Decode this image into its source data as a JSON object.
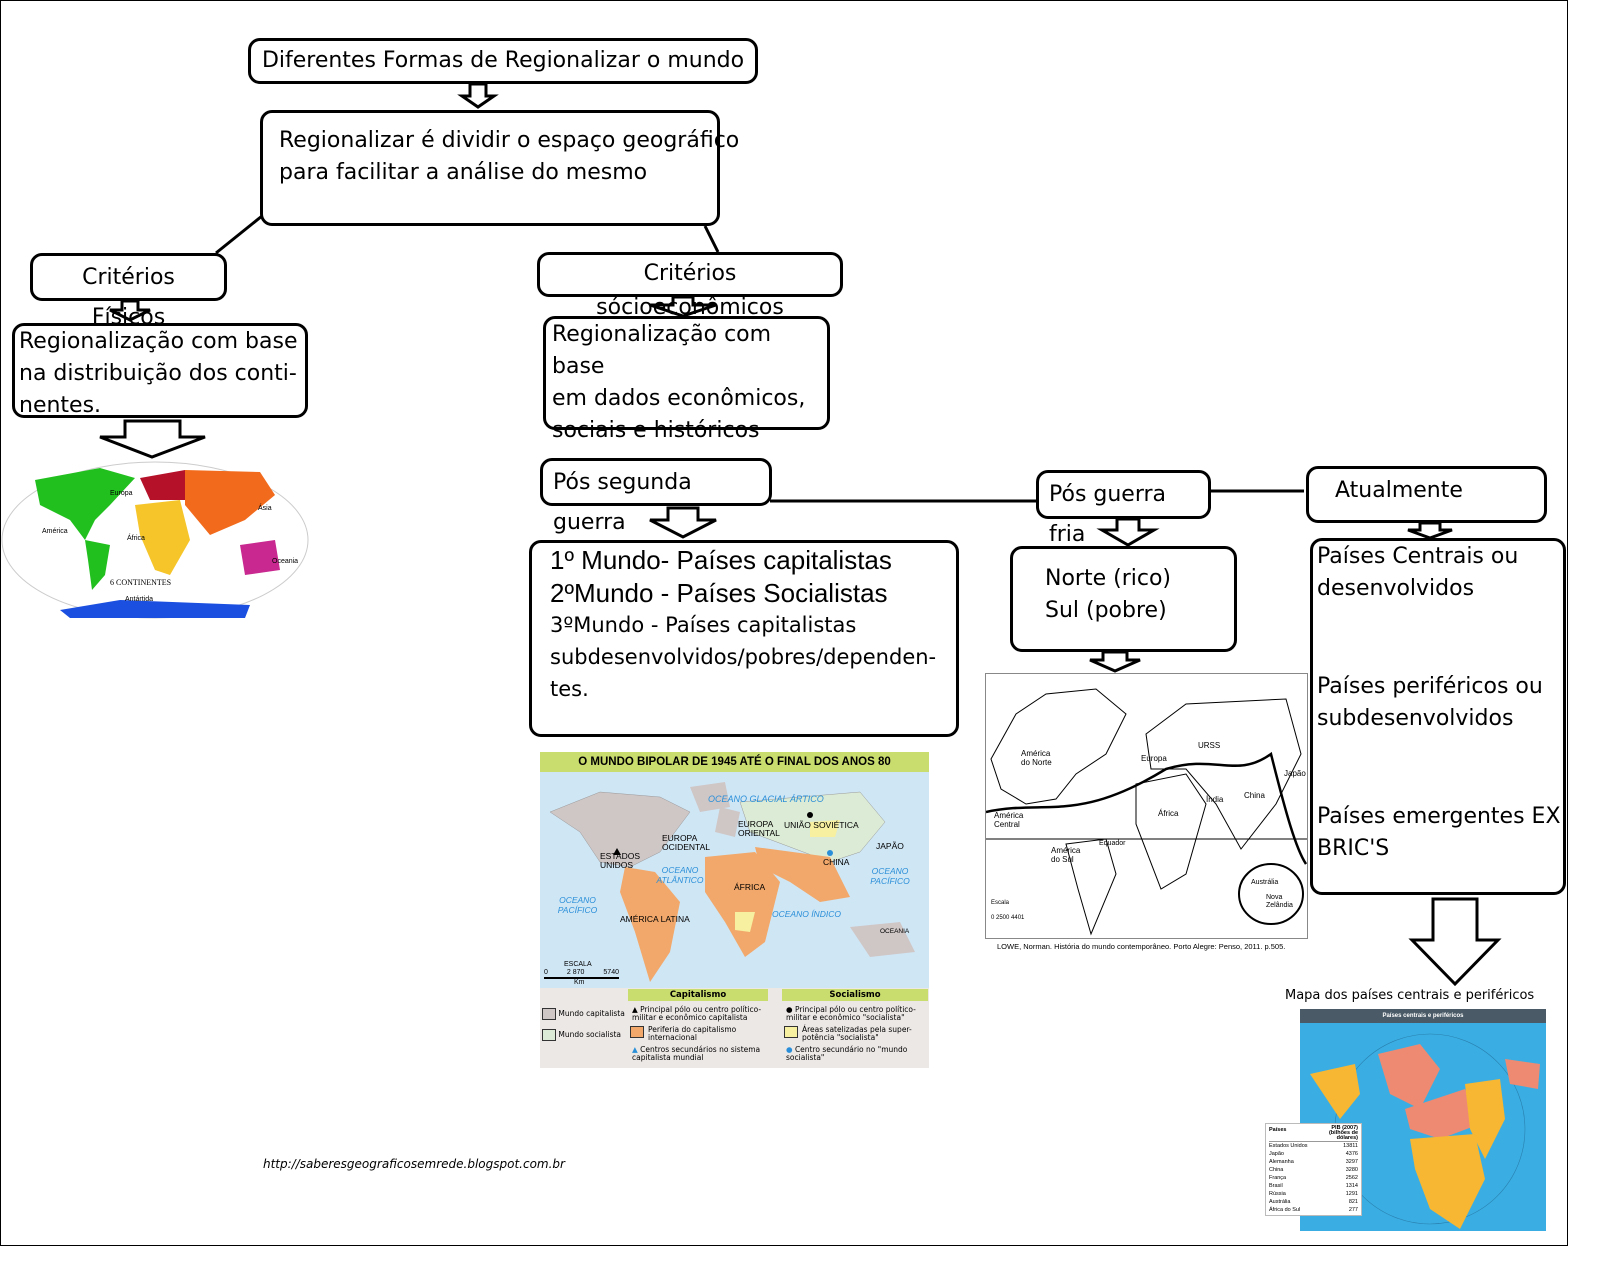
{
  "title": "Diferentes Formas de Regionalizar o mundo",
  "definition": [
    "Regionalizar é dividir o espaço geográfico",
    "para facilitar a análise do mesmo"
  ],
  "physical": {
    "heading": "Critérios Físicos",
    "description": [
      "Regionalização com base",
      "na distribuição dos conti-",
      "nentes."
    ],
    "map": {
      "caption": "6 CONTINENTES",
      "labels": [
        "Europa",
        "Ásia",
        "América",
        "África",
        "Oceania",
        "Antártida"
      ]
    }
  },
  "socioeconomic": {
    "heading": "Critérios sócioeconômicos",
    "description": [
      "Regionalização com base",
      "em dados econômicos,",
      "sociais e históricos"
    ]
  },
  "post_ww2": {
    "heading": "Pós segunda guerra",
    "lines": [
      "1º Mundo- Países capitalistas",
      "2ºMundo - Países Socialistas",
      "3ºMundo - Países capitalistas",
      "subdesenvolvidos/pobres/dependen-",
      "tes."
    ],
    "map": {
      "title": "O MUNDO BIPOLAR DE 1945 ATÉ O FINAL DOS ANOS 80",
      "labels": [
        "OCEANO GLACIAL ÁRTICO",
        "EUROPA ORIENTAL",
        "UNIÃO SOVIÉTICA",
        "EUROPA OCIDENTAL",
        "ESTADOS UNIDOS",
        "JAPÃO",
        "CHINA",
        "OCEANO ATLÂNTICO",
        "OCEANO PACÍFICO",
        "ÁFRICA",
        "OCEANO PACÍFICO",
        "AMÉRICA LATINA",
        "OCEANO ÍNDICO",
        "OCEANIA"
      ],
      "scale": {
        "title": "ESCALA",
        "ticks": [
          "0",
          "2 870",
          "5740"
        ],
        "unit": "Km"
      },
      "legend_headers": [
        "Capitalismo",
        "Socialismo"
      ],
      "legend": [
        "Mundo capitalista",
        "Mundo socialista",
        "Principal pólo ou centro político-militar e econômico capitalista",
        "Periferia do capitalismo internacional",
        "Centros secundários no sistema capitalista mundial",
        "Principal pólo ou centro político-militar e econômico \"socialista\"",
        "Áreas satelizadas pela super-potência \"socialista\"",
        "Centro secundário no \"mundo socialista\""
      ],
      "colors": {
        "capitalist": "#cfc6c6",
        "socialist": "#dcebd5",
        "periphery": "#f2a86a",
        "satellite": "#f7f0a0",
        "ocean": "#cfe6f5",
        "header": "#c9dc6e"
      }
    }
  },
  "post_cold_war": {
    "heading": "Pós guerra fria",
    "lines": [
      "Norte (rico)",
      "Sul (pobre)"
    ],
    "map": {
      "labels": [
        "América do Norte",
        "URSS",
        "Europa",
        "Japão",
        "China",
        "Índia",
        "América Central",
        "África",
        "Equador",
        "América do Sul",
        "Austrália",
        "Nova Zelândia",
        "Escala",
        "0  2500  4401"
      ],
      "credit": "LOWE, Norman. História do mundo contemporâneo. Porto Alegre: Penso, 2011. p.505."
    }
  },
  "current": {
    "heading": "Atualmente",
    "items": [
      [
        "Países Centrais ou",
        "desenvolvidos"
      ],
      [
        "Países periféricos ou",
        "subdesenvolvidos"
      ],
      [
        "Países emergentes EX:",
        "BRIC'S"
      ]
    ],
    "map_caption": "Mapa dos países centrais e periféricos",
    "map": {
      "title": "Países centrais e periféricos",
      "table_headers": [
        "Países",
        "PIB (2007) (bilhões de dólares)"
      ],
      "table_rows": [
        [
          "Estados Unidos",
          "13811"
        ],
        [
          "Japão",
          "4376"
        ],
        [
          "Alemanha",
          "3297"
        ],
        [
          "China",
          "3280"
        ],
        [
          "França",
          "2562"
        ],
        [
          "Brasil",
          "1314"
        ],
        [
          "Rússia",
          "1291"
        ],
        [
          "Austrália",
          "821"
        ],
        [
          "África do Sul",
          "277"
        ]
      ]
    }
  },
  "source_url": "http://saberesgeograficosemrede.blogspot.com.br"
}
